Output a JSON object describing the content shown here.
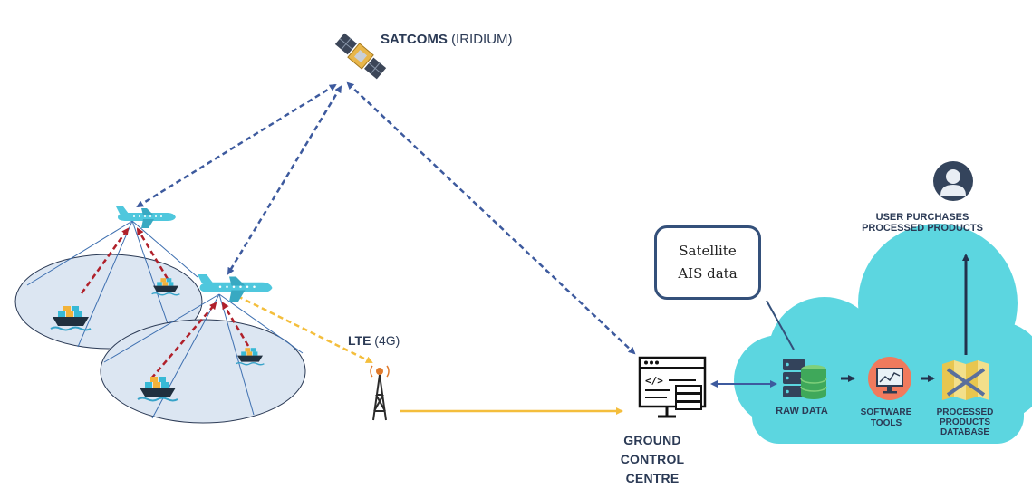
{
  "satcoms": {
    "name": "SATCOMS",
    "sub": "(IRIDIUM)"
  },
  "lte": {
    "name": "LTE",
    "sub": "(4G)"
  },
  "ground_control": {
    "label": "GROUND CONTROL CENTRE"
  },
  "callout": {
    "text": "Satellite\nAIS data"
  },
  "cloud": {
    "raw_data": "RAW DATA",
    "software_tools": "SOFTWARE TOOLS",
    "processed_db": "PROCESSED PRODUCTS DATABASE"
  },
  "user": {
    "label": "USER PURCHASES PROCESSED PRODUCTS"
  },
  "colors": {
    "link_blue": "#3d5a9e",
    "lte_yellow": "#f4be3c",
    "ais_red": "#b0202a",
    "cloud": "#5cd6e0",
    "aircraft": "#4fc7dd",
    "coverage_fill": "#dce6f2",
    "dark_navy": "#2b3a55"
  },
  "icons": [
    "satellite-icon",
    "airplane-icon",
    "ship-icon",
    "cell-tower-icon",
    "server-icon",
    "database-icon",
    "monitor-chart-icon",
    "map-icon",
    "user-icon"
  ]
}
